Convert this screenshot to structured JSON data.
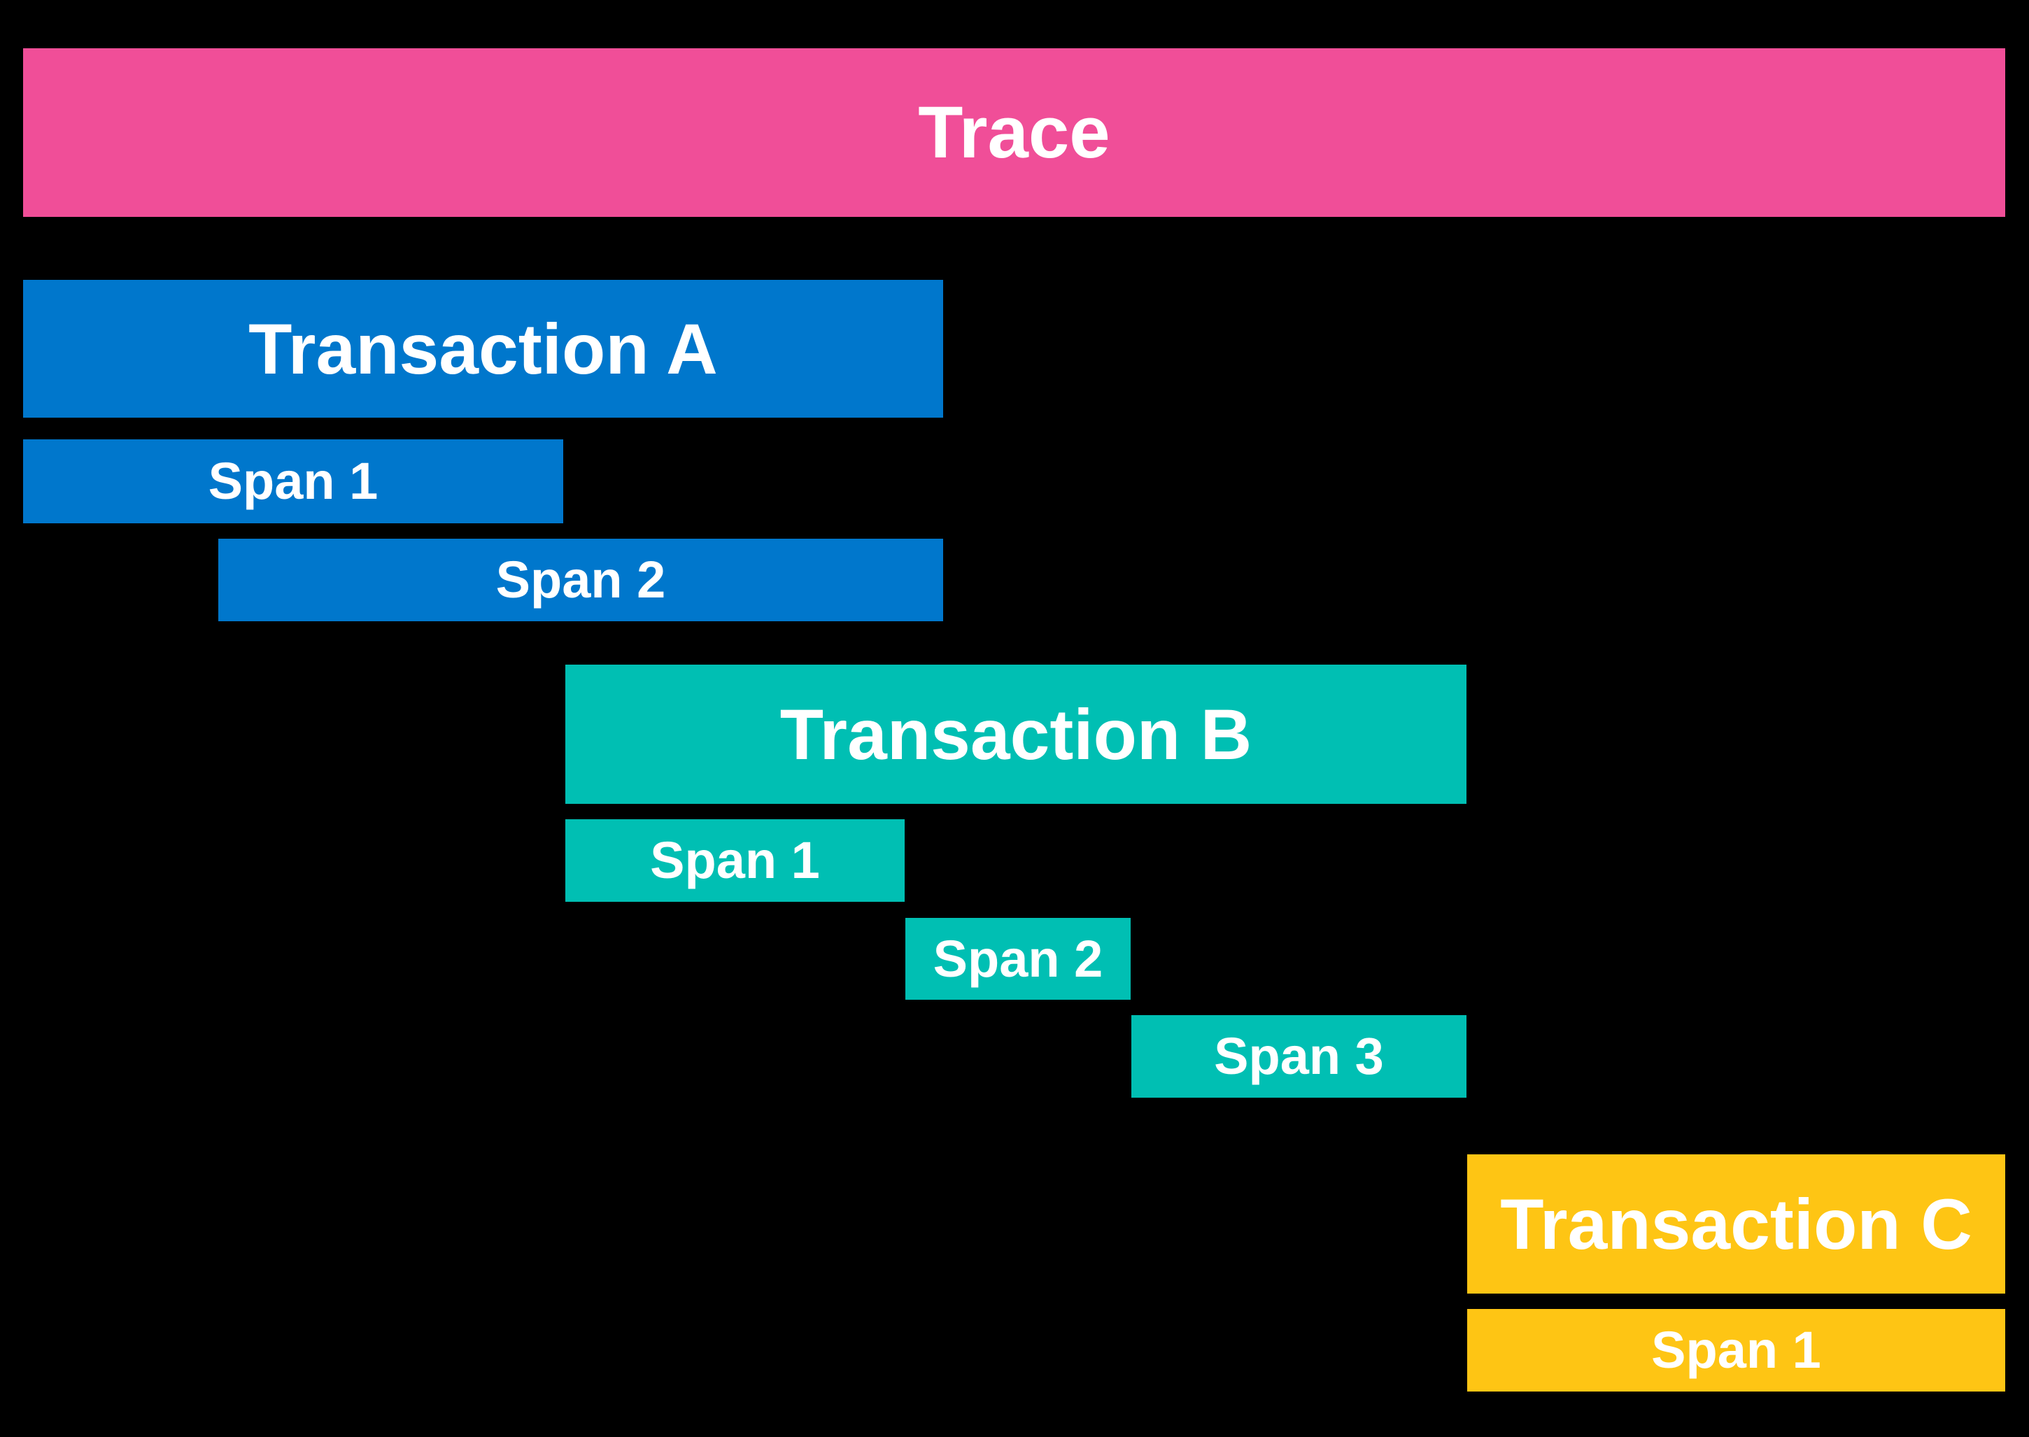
{
  "background": "#000000",
  "text_color": "#FFFFFF",
  "trace": {
    "label": "Trace",
    "color": "#F04E98"
  },
  "transactions": [
    {
      "label": "Transaction A",
      "color": "#0077CC",
      "spans": [
        {
          "label": "Span 1"
        },
        {
          "label": "Span 2"
        }
      ]
    },
    {
      "label": "Transaction B",
      "color": "#00BFB3",
      "spans": [
        {
          "label": "Span 1"
        },
        {
          "label": "Span 2"
        },
        {
          "label": "Span 3"
        }
      ]
    },
    {
      "label": "Transaction C",
      "color": "#FEC514",
      "spans": [
        {
          "label": "Span 1"
        }
      ]
    }
  ]
}
